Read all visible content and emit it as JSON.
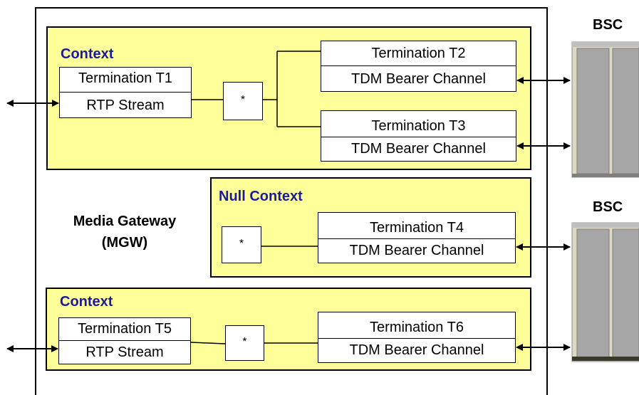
{
  "mgw": {
    "label_line1": "Media Gateway",
    "label_line2": "(MGW)"
  },
  "context1": {
    "label": "Context",
    "t1": {
      "title": "Termination T1",
      "sub": "RTP Stream"
    },
    "t2": {
      "title": "Termination T2",
      "sub": "TDM Bearer Channel"
    },
    "t3": {
      "title": "Termination T3",
      "sub": "TDM Bearer Channel"
    },
    "star": "*"
  },
  "null_context": {
    "label": "Null Context",
    "t4": {
      "title": "Termination T4",
      "sub": "TDM Bearer Channel"
    },
    "star": "*"
  },
  "context2": {
    "label": "Context",
    "t5": {
      "title": "Termination T5",
      "sub": "RTP Stream"
    },
    "t6": {
      "title": "Termination T6",
      "sub": "TDM Bearer Channel"
    },
    "star": "*"
  },
  "bsc_top": {
    "label": "BSC"
  },
  "bsc_bottom": {
    "label": "BSC"
  },
  "colors": {
    "context_fill": "#ffff99",
    "context_label": "#1a1aa0",
    "bsc_fill": "#a6a6a6"
  }
}
